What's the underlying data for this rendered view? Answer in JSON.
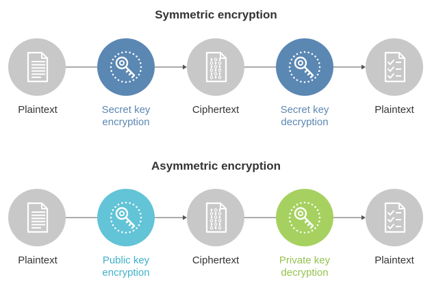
{
  "colors": {
    "gray": "#c8c8c8",
    "blue": "#5b87b3",
    "teal": "#62c4d6",
    "green": "#a6d160",
    "connector": "#555555",
    "icon": "#ffffff"
  },
  "rows": [
    {
      "title": "Symmetric encryption",
      "nodes": [
        {
          "label_lines": [
            "Plaintext"
          ],
          "icon": "document-icon",
          "color": "gray"
        },
        {
          "label_lines": [
            "Secret key",
            "encryption"
          ],
          "icon": "key-icon",
          "color": "blue"
        },
        {
          "label_lines": [
            "Ciphertext"
          ],
          "icon": "ciphertext-document-icon",
          "color": "gray"
        },
        {
          "label_lines": [
            "Secret key",
            "decryption"
          ],
          "icon": "key-icon",
          "color": "blue"
        },
        {
          "label_lines": [
            "Plaintext"
          ],
          "icon": "checklist-document-icon",
          "color": "gray"
        }
      ]
    },
    {
      "title": "Asymmetric encryption",
      "nodes": [
        {
          "label_lines": [
            "Plaintext"
          ],
          "icon": "document-icon",
          "color": "gray"
        },
        {
          "label_lines": [
            "Public key",
            "encryption"
          ],
          "icon": "key-icon",
          "color": "teal"
        },
        {
          "label_lines": [
            "Ciphertext"
          ],
          "icon": "ciphertext-document-icon",
          "color": "gray"
        },
        {
          "label_lines": [
            "Private key",
            "decryption"
          ],
          "icon": "key-icon",
          "color": "green"
        },
        {
          "label_lines": [
            "Plaintext"
          ],
          "icon": "checklist-document-icon",
          "color": "gray"
        }
      ]
    }
  ]
}
